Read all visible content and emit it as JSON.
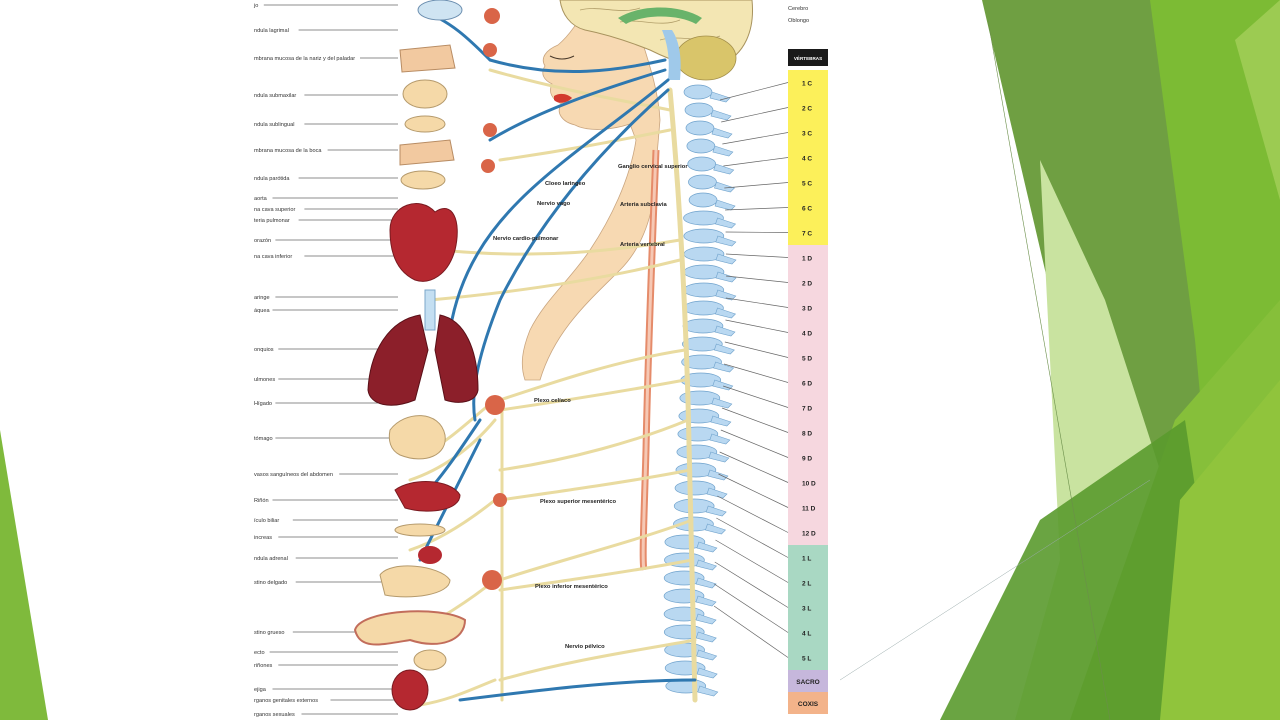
{
  "colors": {
    "green_dark": "#5f9a3c",
    "green_mid": "#7fba3c",
    "green_light": "#c6e29a",
    "nerve_yellow": "#e9dba0",
    "nerve_blue": "#2f78b0",
    "spine_blue": "#b9d8f1",
    "cervical_band": "#fcf05a",
    "thoracic_band": "#f6d7df",
    "lumbar_band": "#a9d8c3",
    "sacral_band": "#c6b7dc",
    "coccyx_band": "#f3b38a"
  },
  "diagram": {
    "left_labels": [
      {
        "id": "ojo",
        "text": "jo"
      },
      {
        "id": "lagrimal",
        "text": "ndula lagrimal"
      },
      {
        "id": "nariz",
        "text": "mbrana mucosa de la nariz y del paladar"
      },
      {
        "id": "submaxilar",
        "text": "ndula submaxilar"
      },
      {
        "id": "sublingual",
        "text": "ndula sublingual"
      },
      {
        "id": "boca",
        "text": "mbrana mucosa de la boca"
      },
      {
        "id": "parotida",
        "text": "ndula parótida"
      },
      {
        "id": "aorta",
        "text": "aorta"
      },
      {
        "id": "cava-sup",
        "text": "na cava superior"
      },
      {
        "id": "pulmonar",
        "text": "teria pulmonar"
      },
      {
        "id": "corazon",
        "text": "orazón"
      },
      {
        "id": "cava-inf",
        "text": "na cava inferior"
      },
      {
        "id": "laringe",
        "text": "aringe"
      },
      {
        "id": "traquea",
        "text": "áquea"
      },
      {
        "id": "bronquios",
        "text": "onquios"
      },
      {
        "id": "pulmones",
        "text": "ulmones"
      },
      {
        "id": "higado",
        "text": "Hígado"
      },
      {
        "id": "estomago",
        "text": "tómago"
      },
      {
        "id": "vasos",
        "text": "vasos sanguíneos del abdomen"
      },
      {
        "id": "rinon",
        "text": "Riñón"
      },
      {
        "id": "biliar",
        "text": "ículo biliar"
      },
      {
        "id": "pancreas",
        "text": "increas"
      },
      {
        "id": "suprarrenal",
        "text": "ndula adrenal"
      },
      {
        "id": "delgado",
        "text": "stino delgado"
      },
      {
        "id": "grueso",
        "text": "stino grueso"
      },
      {
        "id": "recto",
        "text": "ecto"
      },
      {
        "id": "rinones",
        "text": "riñones"
      },
      {
        "id": "vejiga",
        "text": "ejiga"
      },
      {
        "id": "genitales-ext",
        "text": "rganos genitales externos"
      },
      {
        "id": "sexuales",
        "text": "rganos sexuales"
      }
    ],
    "center_labels": [
      {
        "id": "cerebro",
        "text": "Cerebro"
      },
      {
        "id": "oblongo",
        "text": "Oblongo"
      },
      {
        "id": "ganglio-cervical",
        "text": "Ganglio cervical superior"
      },
      {
        "id": "cloeo-laringeo",
        "text": "Cloeo laringeo"
      },
      {
        "id": "nervio-vago",
        "text": "Nervio vago"
      },
      {
        "id": "arteria-subclavia",
        "text": "Arteria subclavia"
      },
      {
        "id": "nervio-cardio",
        "text": "Nervio cardio-pulmonar"
      },
      {
        "id": "arteria-vertebral",
        "text": "Arteria vertebral"
      },
      {
        "id": "plexo-celiaco",
        "text": "Plexo celíaco"
      },
      {
        "id": "plexo-superior",
        "text": "Plexo superior mesentérico"
      },
      {
        "id": "plexo-inferior",
        "text": "Plexo inferior mesentérico"
      },
      {
        "id": "nervio-pelvico",
        "text": "Nervio pélvico"
      }
    ],
    "vertebrae_header": "VÉRTEBRAS",
    "vertebrae": [
      {
        "label": "1 C",
        "region": "cervical"
      },
      {
        "label": "2 C",
        "region": "cervical"
      },
      {
        "label": "3 C",
        "region": "cervical"
      },
      {
        "label": "4 C",
        "region": "cervical"
      },
      {
        "label": "5 C",
        "region": "cervical"
      },
      {
        "label": "6 C",
        "region": "cervical"
      },
      {
        "label": "7 C",
        "region": "cervical"
      },
      {
        "label": "1 D",
        "region": "thoracic"
      },
      {
        "label": "2 D",
        "region": "thoracic"
      },
      {
        "label": "3 D",
        "region": "thoracic"
      },
      {
        "label": "4 D",
        "region": "thoracic"
      },
      {
        "label": "5 D",
        "region": "thoracic"
      },
      {
        "label": "6 D",
        "region": "thoracic"
      },
      {
        "label": "7 D",
        "region": "thoracic"
      },
      {
        "label": "8 D",
        "region": "thoracic"
      },
      {
        "label": "9 D",
        "region": "thoracic"
      },
      {
        "label": "10 D",
        "region": "thoracic"
      },
      {
        "label": "11 D",
        "region": "thoracic"
      },
      {
        "label": "12 D",
        "region": "thoracic"
      },
      {
        "label": "1 L",
        "region": "lumbar"
      },
      {
        "label": "2 L",
        "region": "lumbar"
      },
      {
        "label": "3 L",
        "region": "lumbar"
      },
      {
        "label": "4 L",
        "region": "lumbar"
      },
      {
        "label": "5 L",
        "region": "lumbar"
      }
    ],
    "sacrum_label": "SACRO",
    "coccyx_label": "COXIS"
  }
}
